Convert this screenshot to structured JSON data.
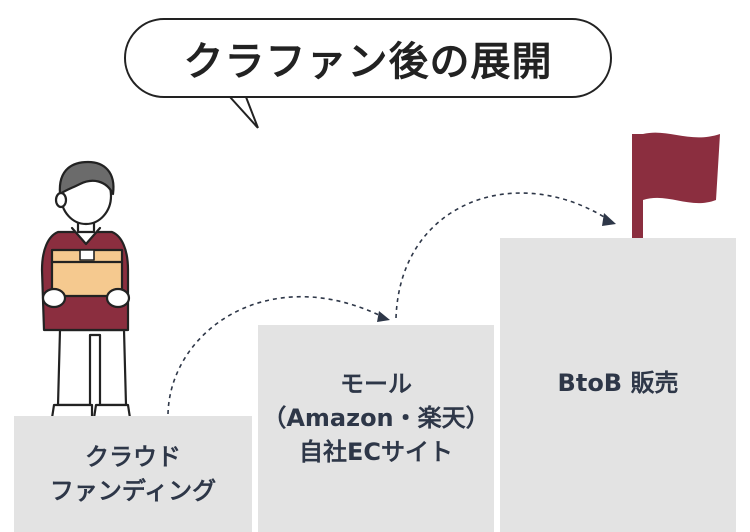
{
  "title": "クラファン後の展開",
  "steps": [
    {
      "lines": [
        "クラウド",
        "ファンディング"
      ]
    },
    {
      "lines": [
        "モール",
        "（Amazon・楽天）",
        "自社ECサイト"
      ]
    },
    {
      "lines": [
        "BtoB 販売"
      ]
    }
  ],
  "colors": {
    "step_bg": "#e3e3e3",
    "step_text": "#2e3748",
    "flag": "#8b2e3f",
    "shirt": "#8b2e3f",
    "box": "#f5c98f"
  },
  "icons": [
    "speech-bubble",
    "person-holding-box-icon",
    "flag-icon",
    "dashed-arrow-icon"
  ]
}
